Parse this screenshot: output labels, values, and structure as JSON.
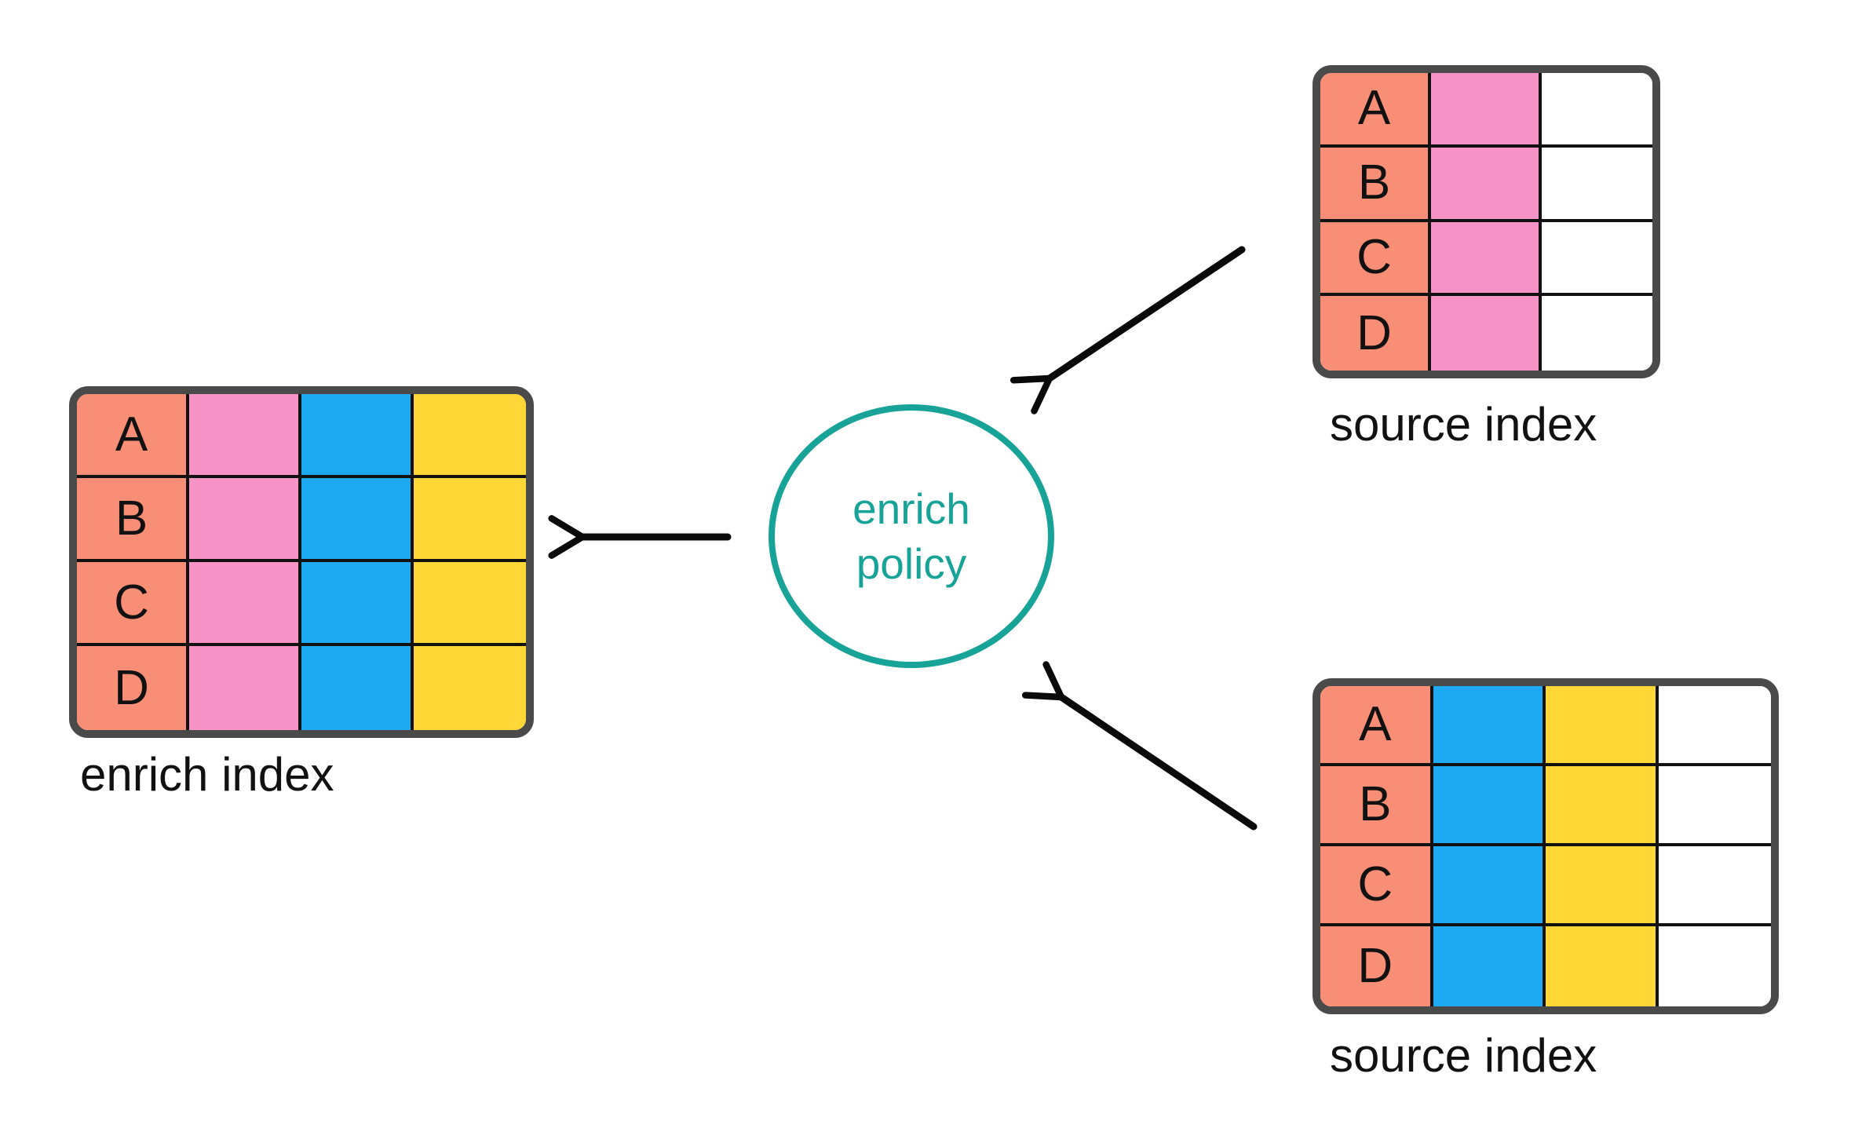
{
  "diagram": {
    "policy_circle": {
      "label_line1": "enrich",
      "label_line2": "policy"
    },
    "tables": {
      "enrich": {
        "label": "enrich index",
        "rows": [
          "A",
          "B",
          "C",
          "D"
        ],
        "columns": [
          "salmon",
          "pink",
          "blue",
          "yellow"
        ]
      },
      "source_top": {
        "label": "source index",
        "rows": [
          "A",
          "B",
          "C",
          "D"
        ],
        "columns": [
          "salmon",
          "pink",
          "white"
        ]
      },
      "source_bottom": {
        "label": "source index",
        "rows": [
          "A",
          "B",
          "C",
          "D"
        ],
        "columns": [
          "salmon",
          "blue",
          "yellow",
          "white"
        ]
      }
    },
    "colors": {
      "salmon": "#F98E76",
      "pink": "#F893C7",
      "blue": "#1EAAF2",
      "yellow": "#FED636",
      "white": "#FFFFFF",
      "teal": "#17A398",
      "table_border": "#4A4A4A",
      "grid_line": "#111111",
      "arrow": "#0A0A0A"
    }
  }
}
